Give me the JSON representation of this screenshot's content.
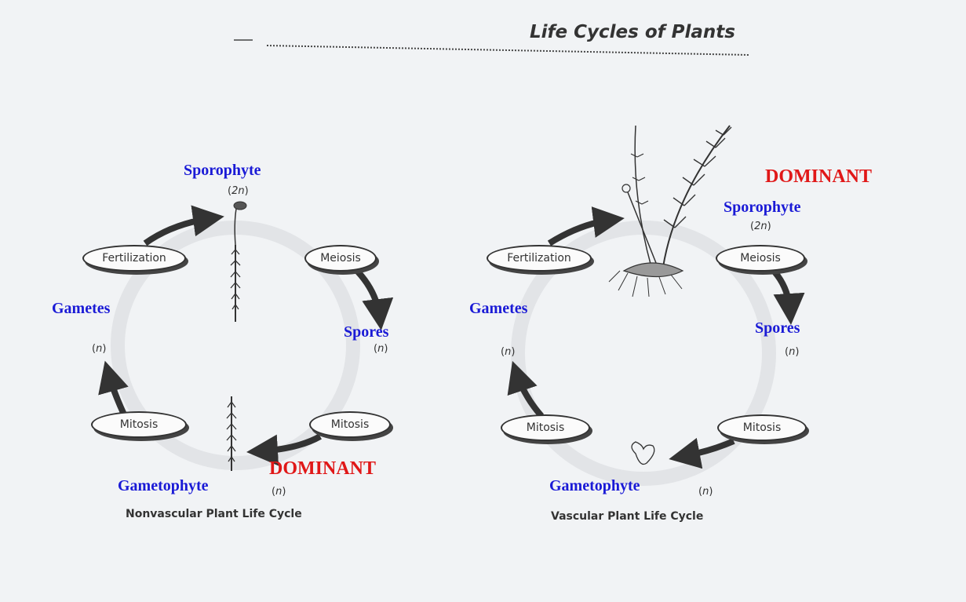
{
  "header": {
    "title": "Life Cycles of Plants"
  },
  "nonvascular": {
    "caption": "Nonvascular Plant Life Cycle",
    "sporophyte": "Sporophyte",
    "sporophyte_ploidy": "2n",
    "meiosis": "Meiosis",
    "spores": "Spores",
    "spores_ploidy": "n",
    "mitosis_right": "Mitosis",
    "dominant": "DOMINANT",
    "gametophyte": "Gametophyte",
    "gametophyte_ploidy": "n",
    "mitosis_left": "Mitosis",
    "gametes": "Gametes",
    "gametes_ploidy": "n",
    "fertilization": "Fertilization"
  },
  "vascular": {
    "caption": "Vascular Plant Life Cycle",
    "dominant": "DOMINANT",
    "sporophyte": "Sporophyte",
    "sporophyte_ploidy": "2n",
    "meiosis": "Meiosis",
    "spores": "Spores",
    "spores_ploidy": "n",
    "mitosis_right": "Mitosis",
    "gametophyte": "Gametophyte",
    "gametophyte_ploidy": "n",
    "mitosis_left": "Mitosis",
    "gametes": "Gametes",
    "gametes_ploidy": "n",
    "fertilization": "Fertilization"
  },
  "colors": {
    "stage_label": "#1a1ad6",
    "dominant": "#e01818",
    "ink": "#333333"
  }
}
